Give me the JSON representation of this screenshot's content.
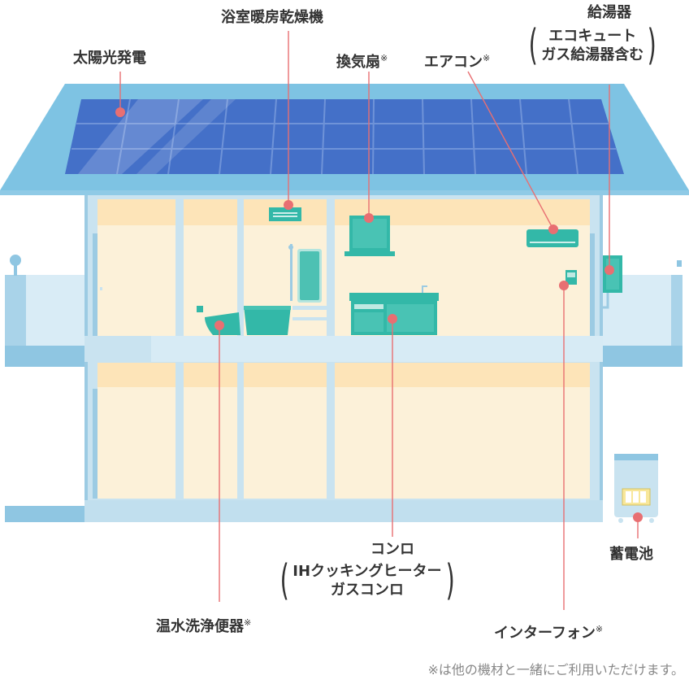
{
  "labels": {
    "solar": "太陽光発電",
    "bath_dryer": "浴室暖房乾燥機",
    "fan": "換気扇",
    "aircon": "エアコン",
    "water_heater": [
      "給湯器",
      "エコキュート",
      "ガス給湯器含む"
    ],
    "stove": [
      "コンロ",
      "IHクッキングヒーター",
      "ガスコンロ"
    ],
    "toilet": "温水洗浄便器",
    "intercom": "インターフォン",
    "battery": "蓄電池",
    "mark": "※"
  },
  "footnote": "※は他の機材と一緒にご利用いただけます。",
  "colors": {
    "roof": "#7ec3e3",
    "panel": "#4470c8",
    "house_frame": "#c9e3f0",
    "room": "#fcf1d9",
    "room_band": "#fde4b8",
    "appliance": "#33b8a8",
    "marker": "#e86f72",
    "text": "#333333",
    "note": "#888888"
  }
}
